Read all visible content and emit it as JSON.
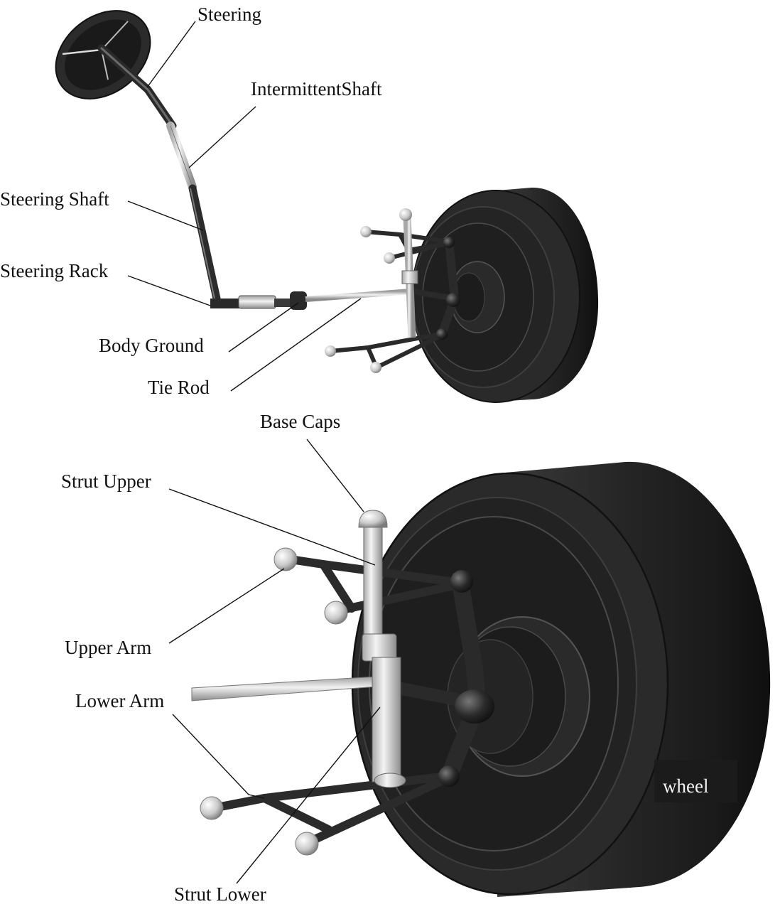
{
  "labels": {
    "steering": "Steering",
    "intermittent_shaft": "IntermittentShaft",
    "steering_shaft": "Steering Shaft",
    "steering_rack": "Steering Rack",
    "body_ground": "Body Ground",
    "tie_rod": "Tie Rod",
    "base_caps": "Base Caps",
    "strut_upper": "Strut Upper",
    "upper_arm": "Upper Arm",
    "lower_arm": "Lower Arm",
    "strut_lower": "Strut Lower",
    "wheel": "wheel"
  },
  "colors": {
    "rubber_dark": "#1e1e1e",
    "rubber_mid": "#2e2e2e",
    "rubber_light": "#6a6a6a",
    "metal_light": "#d9d9d9",
    "metal_mid": "#9a9a9a",
    "arm_dark": "#303030",
    "leader_line": "#111111"
  }
}
